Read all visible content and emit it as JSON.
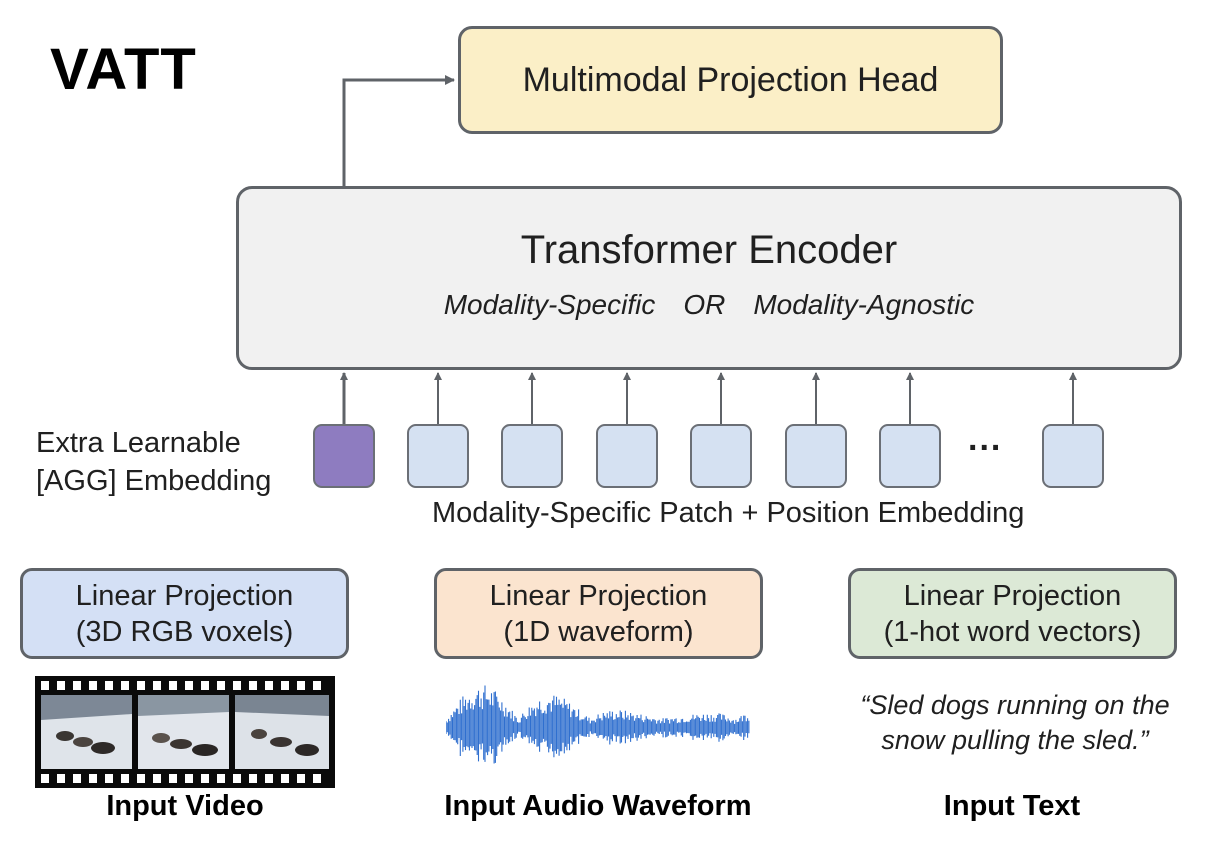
{
  "title": "VATT",
  "projection_head": {
    "label": "Multimodal Projection Head"
  },
  "encoder": {
    "title": "Transformer Encoder",
    "option_a": "Modality-Specific",
    "connector": "OR",
    "option_b": "Modality-Agnostic"
  },
  "agg_embedding": {
    "line1": "Extra Learnable",
    "line2": "[AGG] Embedding"
  },
  "tokens": {
    "ellipsis": "...",
    "label": "Modality-Specific Patch + Position Embedding"
  },
  "projections": {
    "video": {
      "line1": "Linear Projection",
      "line2": "(3D RGB voxels)"
    },
    "audio": {
      "line1": "Linear Projection",
      "line2": "(1D waveform)"
    },
    "text": {
      "line1": "Linear Projection",
      "line2": "(1-hot word vectors)"
    }
  },
  "inputs": {
    "video_caption": "Input Video",
    "audio_caption": "Input Audio Waveform",
    "text_caption": "Input Text",
    "text_quote_line1": "“Sled dogs running on the",
    "text_quote_line2": "snow pulling the sled.”"
  },
  "colors": {
    "projection_head": "#fbefc7",
    "encoder": "#f1f1f1",
    "agg_token": "#8e7cc0",
    "patch_token": "#d5e1f2",
    "video_projection": "#d4e0f5",
    "audio_projection": "#fbe4cf",
    "text_projection": "#dce9d6",
    "waveform": "#2f6fcf"
  }
}
